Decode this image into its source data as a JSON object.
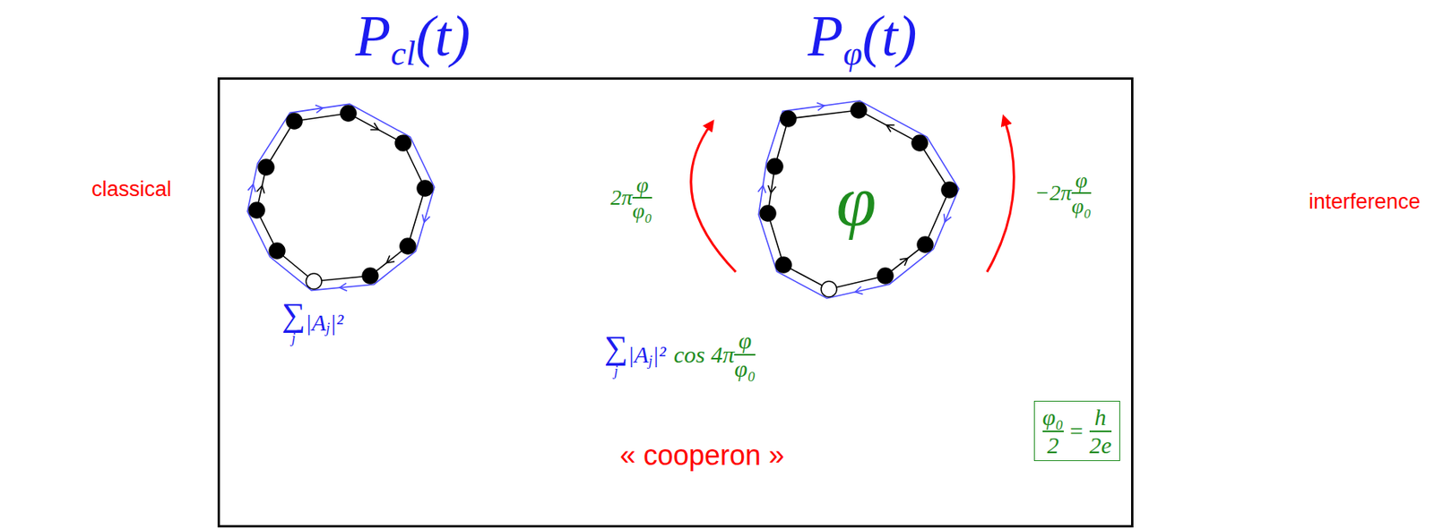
{
  "diagram": {
    "nodes": [
      {
        "text": [
          "« cooperon »"
        ]
      },
      {
        "text": [
          "φ₀",
          "2",
          "=",
          "h",
          "2e"
        ],
        "in": 0
      }
    ],
    "labels": [
      "P",
      "cl",
      "(t)",
      "P",
      "φ",
      "(t)",
      "classical",
      "interference",
      "∑",
      "j",
      "|A",
      "j",
      "|²",
      "2π",
      "φ",
      "φ₀",
      "−2π",
      "φ",
      "φ₀",
      "φ",
      "∑",
      "j",
      "|A",
      "j",
      "|²",
      "cos 4π",
      "φ",
      "φ₀"
    ]
  }
}
